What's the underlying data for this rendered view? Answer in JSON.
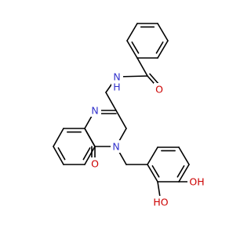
{
  "atom_labels": {
    "amide_nh": "N",
    "amide_h": "H",
    "amide_o": "O",
    "ring_n1": "N",
    "ring_n3": "N",
    "ketone_o": "O",
    "oh_para": "OH",
    "oh_meta": "HO"
  },
  "colors": {
    "nitrogen": "#3333cc",
    "oxygen": "#cc0000",
    "carbon_bond": "#000000"
  }
}
